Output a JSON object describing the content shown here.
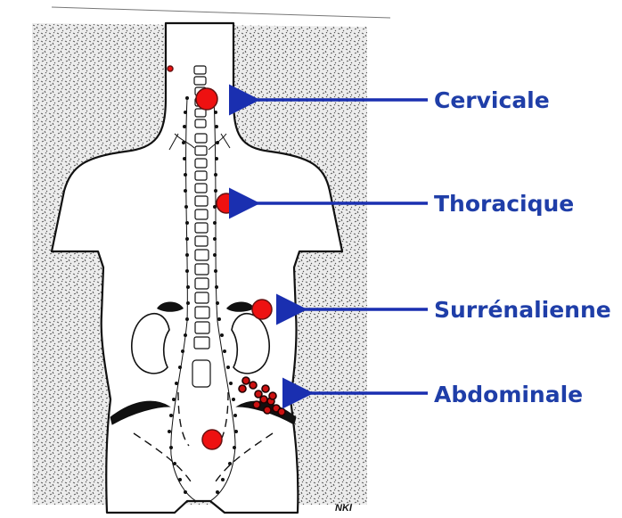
{
  "labels": {
    "cervicale": "Cervicale",
    "thoracique": "Thoracique",
    "surrenalienne": "Surrénalienne",
    "abdominale": "Abdominale"
  },
  "credit": "NKI",
  "colors": {
    "label": "#1f3ea8",
    "arrow": "#1a2fb0",
    "tumor_dot": "#ee1111",
    "stipple_background": "#d4d4d4",
    "body_outline": "#111111"
  },
  "icons": {
    "arrow": "arrow-left-icon",
    "tumor_site": "red-dot-marker"
  }
}
